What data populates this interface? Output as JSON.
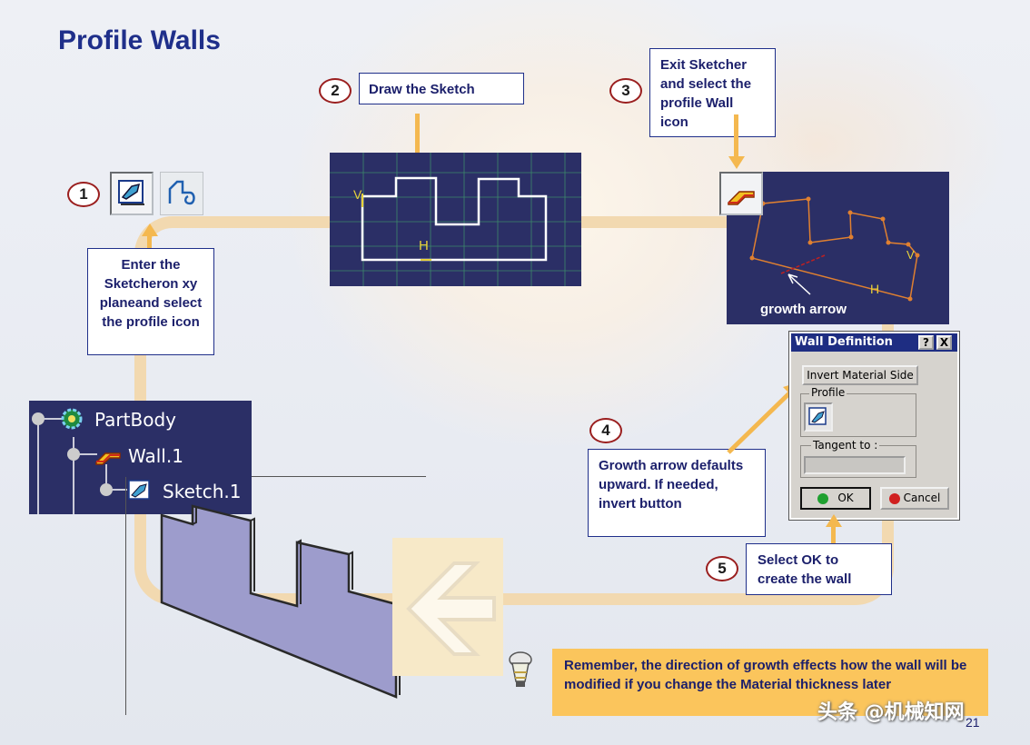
{
  "slide": {
    "title": "Profile Walls",
    "page_number": "21",
    "watermark": "头条 @机械知网"
  },
  "steps": [
    {
      "number": "1",
      "text": "Enter the Sketcheron xy planeand select the profile icon"
    },
    {
      "number": "2",
      "text": "Draw the Sketch"
    },
    {
      "number": "3",
      "text": "Exit Sketcher and select the profile Wall icon"
    },
    {
      "number": "4",
      "text": "Growth arrow defaults upward. If needed, invert button"
    },
    {
      "number": "5",
      "text": "Select OK to create the wall"
    }
  ],
  "sketch": {
    "label_h": "H",
    "label_v": "V"
  },
  "wall_view": {
    "growth_label": "growth arrow",
    "label_h": "H",
    "label_v": "V"
  },
  "tree": {
    "root": "PartBody",
    "child": "Wall.1",
    "grandchild": "Sketch.1"
  },
  "dialog": {
    "title": "Wall Definition",
    "help_btn": "?",
    "close_btn": "X",
    "invert_btn": "Invert Material Side",
    "profile_label": "Profile",
    "tangent_label": "Tangent to :",
    "tangent_value": "",
    "ok_btn": "OK",
    "cancel_btn": "Cancel"
  },
  "note": {
    "text": "Remember, the direction of growth effects how the wall will be modified if you change the Material thickness later"
  },
  "icons": {
    "sketcher": "sketcher-icon",
    "profile": "profile-icon",
    "wall": "wall-icon",
    "tip": "tip-icon"
  },
  "colors": {
    "title": "#1f2f8a",
    "flow_path": "#f2d9b0",
    "callout_arrow": "#f4b84f",
    "badge_ring": "#9a1e1e",
    "dark_panel": "#2b2f66",
    "note_bg": "#fbc55c"
  }
}
